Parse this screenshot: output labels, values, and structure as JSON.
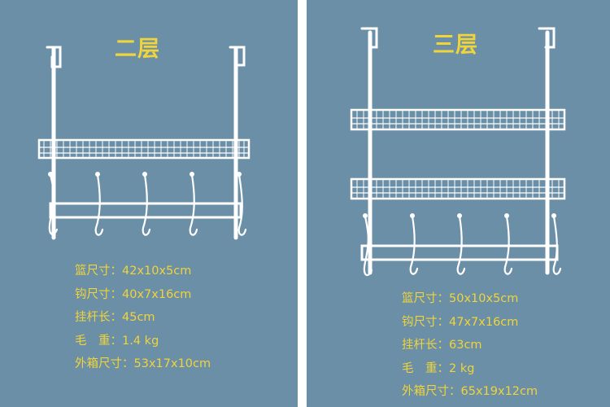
{
  "panels": [
    {
      "title": "二层",
      "specs": [
        {
          "label": "篮尺寸：",
          "value": "42x10x5cm"
        },
        {
          "label": "钩尺寸：",
          "value": "40x7x16cm"
        },
        {
          "label": "挂杆长：",
          "value": "45cm"
        },
        {
          "label": "毛　重：",
          "value": "1.4 kg"
        },
        {
          "label": "外箱尺寸：",
          "value": "53x17x10cm"
        }
      ]
    },
    {
      "title": "三层",
      "specs": [
        {
          "label": "篮尺寸：",
          "value": "50x10x5cm"
        },
        {
          "label": "钩尺寸：",
          "value": "47x7x16cm"
        },
        {
          "label": "挂杆长：",
          "value": "63cm"
        },
        {
          "label": "毛　重：",
          "value": "2 kg"
        },
        {
          "label": "外箱尺寸：",
          "value": "65x19x12cm"
        }
      ]
    }
  ],
  "colors": {
    "background": "#6a8fa7",
    "accent": "#f1d43a",
    "rack": "#ffffff"
  }
}
